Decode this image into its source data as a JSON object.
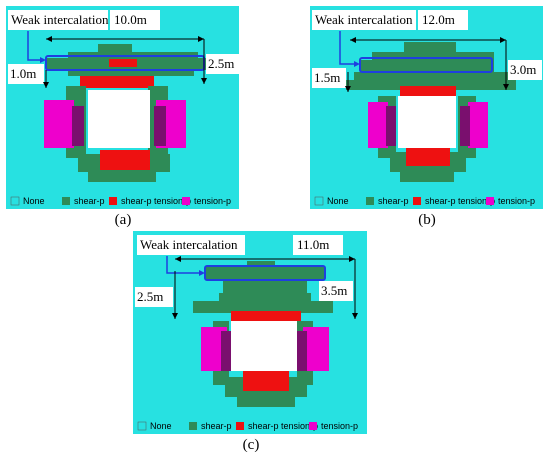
{
  "colors": {
    "none": "#27e1e1",
    "shear": "#2e8b57",
    "shear_tension": "#ee1111",
    "tension": "#ee00cc",
    "tension_dark": "#7a0f6e",
    "cavity": "#ffffff",
    "outline": "#1e3fe0"
  },
  "legend": {
    "none": "None",
    "shear": "shear-p",
    "shear_tension": "shear-p tension-p",
    "tension": "tension-p"
  },
  "panels": [
    {
      "id": "a",
      "caption": "(a)",
      "weak_label": "Weak intercalation",
      "length_label": "10.0m",
      "thickness_label": "1.0m",
      "depth_label": "2.5m"
    },
    {
      "id": "b",
      "caption": "(b)",
      "weak_label": "Weak intercalation",
      "length_label": "12.0m",
      "thickness_label": "1.5m",
      "depth_label": "3.0m"
    },
    {
      "id": "c",
      "caption": "(c)",
      "weak_label": "Weak intercalation",
      "length_label": "11.0m",
      "thickness_label": "2.5m",
      "depth_label": "3.5m"
    }
  ]
}
